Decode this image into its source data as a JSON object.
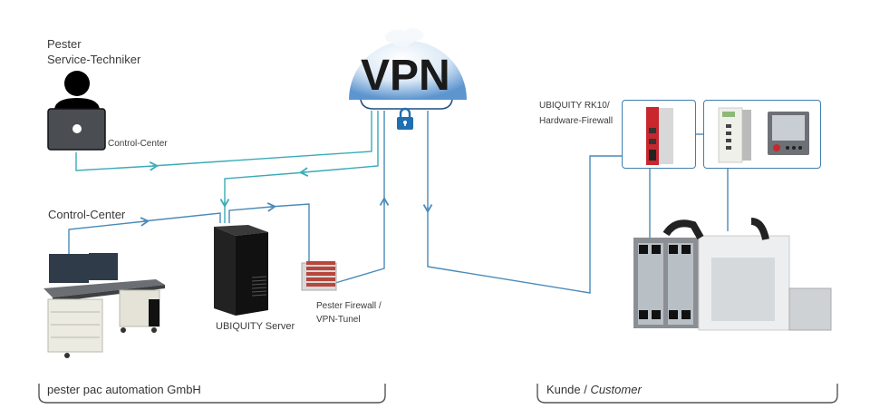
{
  "diagram": {
    "vpn": {
      "label": "VPN"
    },
    "technician": {
      "title_line1": "Pester",
      "title_line2": "Service-Techniker",
      "laptop_label": "Control-Center"
    },
    "control_center": {
      "label": "Control-Center"
    },
    "server": {
      "label": "UBIQUITY Server"
    },
    "firewall": {
      "line1": "Pester Firewall /",
      "line2": "VPN-Tunel"
    },
    "customer_firewall": {
      "line1": "UBIQUITY RK10/",
      "line2": "Hardware-Firewall"
    },
    "groups": {
      "left": {
        "label": "pester pac automation GmbH"
      },
      "right": {
        "label_plain": "Kunde / ",
        "label_italic": "Customer"
      }
    },
    "colors": {
      "teal_line": "#3aabb7",
      "blue_line": "#4a8ab8",
      "lock": "#1f6fb2",
      "box_border": "#3f7fae"
    }
  }
}
